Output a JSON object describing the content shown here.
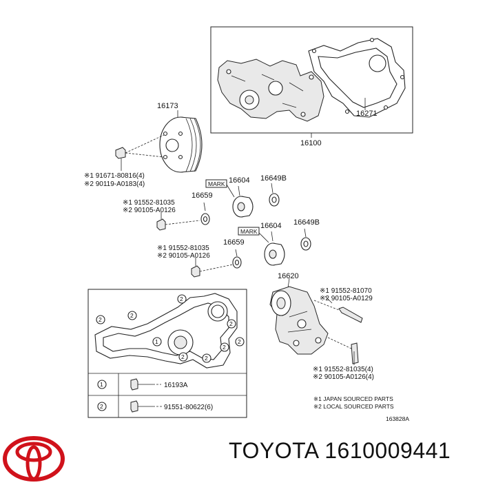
{
  "parts": {
    "p16173": "16173",
    "p16100": "16100",
    "p16271": "16271",
    "p16604_a": "16604",
    "p16649b_a": "16649B",
    "p16659_a": "16659",
    "p16604_b": "16604",
    "p16649b_b": "16649B",
    "p16659_b": "16659",
    "p16620": "16620",
    "mark": "MARK"
  },
  "callouts": {
    "pulley_bolt_1": "※1 91671-80816(4)",
    "pulley_bolt_2": "※2 90119-A0183(4)",
    "idler_a_bolt_1": "※1 91552-81035",
    "idler_a_bolt_2": "※2 90105-A0126",
    "idler_b_bolt_1": "※1 91552-81035",
    "idler_b_bolt_2": "※2 90105-A0126",
    "tensioner_bolt_1": "※1 91552-81070",
    "tensioner_bolt_2": "※2 90105-A0129",
    "bracket_bolt_1": "※1 91552-81035(4)",
    "bracket_bolt_2": "※2 90105-A0126(4)"
  },
  "legend_table": [
    {
      "key": "1",
      "part": "16193A"
    },
    {
      "key": "2",
      "part": "91551-80622(6)"
    }
  ],
  "circle_markers": [
    "1",
    "2"
  ],
  "notes": {
    "note1": "※1 JAPAN SOURCED PARTS",
    "note2": "※2 LOCAL SOURCED PARTS"
  },
  "figure_code": "163828A",
  "footer": {
    "brand_text": "TOYOTA 1610009441"
  },
  "colors": {
    "logo_red": "#d0121b",
    "line": "#222222"
  }
}
